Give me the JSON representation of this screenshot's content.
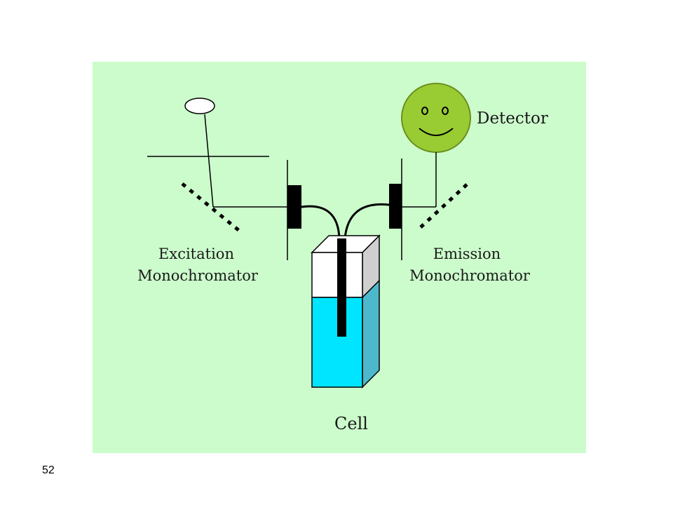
{
  "slide": {
    "page_number": "52"
  },
  "diagram": {
    "background_color": "#ccfccc",
    "solution_color": "#00e5ff",
    "detector_color": "#99cc33",
    "labels": {
      "excitation_line1": "Excitation",
      "excitation_line2": "Monochromator",
      "emission_line1": "Emission",
      "emission_line2": "Monochromator",
      "detector": "Detector",
      "cell": "Cell"
    }
  }
}
